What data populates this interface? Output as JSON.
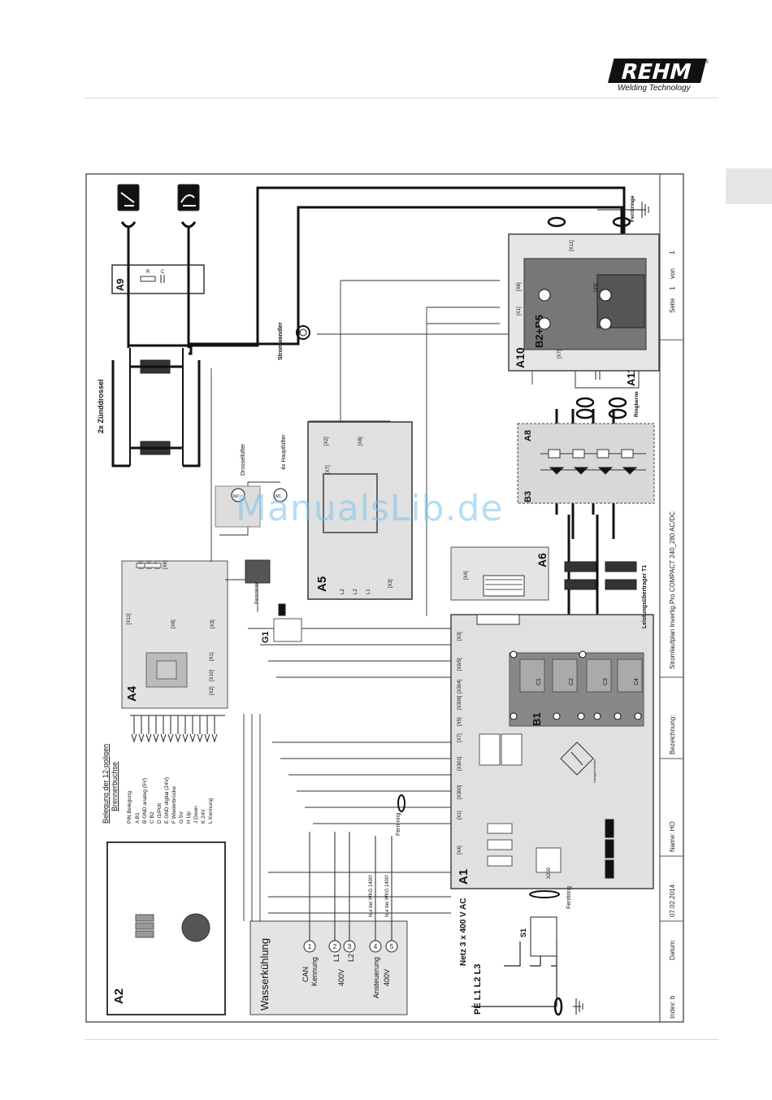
{
  "logo": {
    "brand": "REHM",
    "registered": "®",
    "tagline": "Welding Technology"
  },
  "watermark": "ManualsLib.de",
  "title_block": {
    "index_label": "Index: b",
    "datum_label": "Datum:",
    "datum_value": "07.02.2014",
    "name_label": "Name: HO",
    "bezeichnung_label": "Bezeichnung:",
    "title": "Stromlaufplan Invertig.Pro COMPACT 240_280 AC/DC",
    "seite_label": "Seite",
    "seite": "1",
    "von_label": "von",
    "von": "1"
  },
  "modules": {
    "a1": "A1",
    "a2": "A2",
    "a4": "A4",
    "a5": "A5",
    "a6": "A6",
    "a8": "A8",
    "a9": "A9",
    "a10": "A10",
    "a11": "A11",
    "b1": "B1",
    "b2b5": "B2+B5",
    "b3": "B3",
    "g1": "G1",
    "s1": "S1"
  },
  "labels": {
    "zuenddrossel": "2x Zünddrossel",
    "stromwandler": "Stromwandler",
    "ferritringe": "Ferritringe",
    "ringkerne": "Ringkerne",
    "leistungsuebertrager": "Leistungsübertrager T1",
    "drossellufter": "Drossellüfter",
    "hauptluefter": "4x Hauptlüfter",
    "ferritring": "Ferritring",
    "ferri_ring": "Ferri-ring",
    "klemmleiste": "Klemmleiste",
    "netz": "Netz 3 x 400 V AC",
    "pe_line": "PE  L1  L2  L3",
    "wasserkuehlung": "Wasserkühlung",
    "nur_wkg_1": "Nur bei WKG 1400!",
    "nur_wkg_2": "Nur bei WKG 1400!",
    "can": "CAN",
    "kennung": "Kennung",
    "v400": "400V",
    "l1": "L1",
    "l2": "L2",
    "ansteuerung": "Ansteuerung",
    "v400b": "400V",
    "r": "R",
    "c": "C",
    "m2": "M2",
    "m1": "M1"
  },
  "water_pins": [
    "1",
    "2",
    "3",
    "4",
    "5"
  ],
  "belegung": {
    "title1": "Belegung der 12-poligen",
    "title2": "Brennerbuchse",
    "header": "PIN  Belegung",
    "rows": [
      "A   B1",
      "B   GND analog (5V)",
      "C   B2",
      "D   I1/Poti",
      "E   GND digital (24V)",
      "F   Wiederbrücke",
      "G   5V",
      "H   Up",
      "J   Down",
      "K   24V",
      "L   Kennung"
    ]
  },
  "connectors": {
    "x1": "[X1]",
    "x2": "[X2]",
    "x3": "[X3]",
    "x4": "[X4]",
    "x5": "[X5]",
    "x6": "[X6]",
    "x7": "[X7]",
    "x8": "[X8]",
    "x9": "[X9]",
    "x10": "[X10]",
    "x11": "[X11]",
    "x8_5": "[X8/5]",
    "x304": "[X304]",
    "x306": "[X306]",
    "x300": "[X300]",
    "x301": "[X301]",
    "x200": "X200"
  },
  "a1_parts": {
    "c1": "C1",
    "c2": "C2",
    "c3": "C3",
    "c4": "C4",
    "netzgleichrichter": "Netzgleichrichter"
  }
}
